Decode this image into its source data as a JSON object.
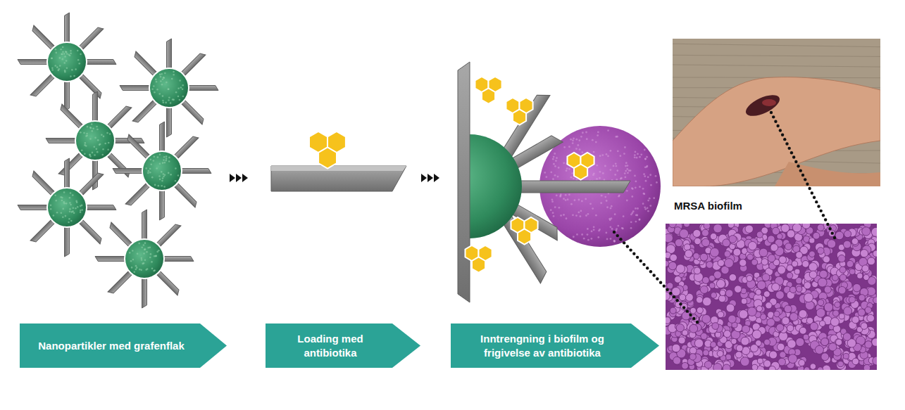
{
  "diagram": {
    "nodes": [
      {
        "text": [
          "Nanopartikler med grafenflak"
        ]
      },
      {
        "text": [
          "Loading med antibiotika"
        ]
      },
      {
        "text": [
          "Inntrengning i biofilm og frigivelse av antibiotika"
        ]
      }
    ],
    "labels": [
      "MRSA biofilm"
    ]
  }
}
